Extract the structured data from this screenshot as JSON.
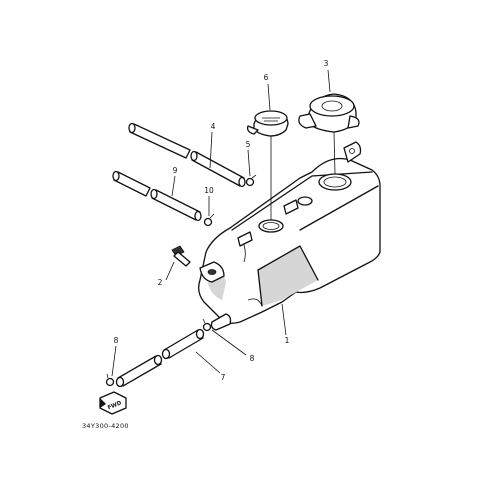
{
  "diagram": {
    "drawing_code": "34Y300-4200",
    "fwd_label": "FWD",
    "parts": [
      {
        "number": "1",
        "description": ""
      },
      {
        "number": "2",
        "description": ""
      },
      {
        "number": "3",
        "description": ""
      },
      {
        "number": "4",
        "description": ""
      },
      {
        "number": "5",
        "description": ""
      },
      {
        "number": "6",
        "description": ""
      },
      {
        "number": "7",
        "description": ""
      },
      {
        "number": "8",
        "description": ""
      },
      {
        "number": "8",
        "description": ""
      },
      {
        "number": "9",
        "description": ""
      },
      {
        "number": "10",
        "description": ""
      }
    ]
  }
}
